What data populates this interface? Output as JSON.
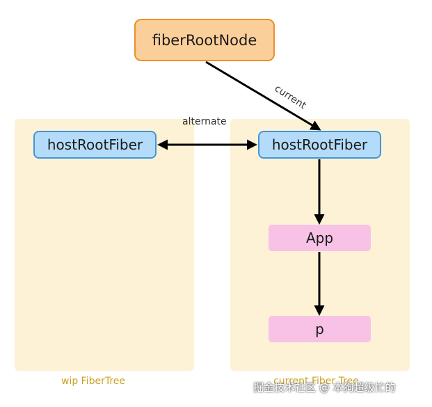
{
  "nodes": {
    "root": "fiberRootNode",
    "wip_host": "hostRootFiber",
    "current_host": "hostRootFiber",
    "app": "App",
    "p": "p"
  },
  "edges": {
    "current": "current",
    "alternate": "alternate"
  },
  "panels": {
    "wip": "wip FiberTree",
    "current": "current Fiber Tree"
  },
  "watermark": "掘金技术社区 @ 本狗超级忙的",
  "colors": {
    "panel_bg": "#fdf2d6",
    "panel_label": "#c9a227",
    "root_fill": "#fbcf9a",
    "root_border": "#e9912d",
    "fiber_fill": "#b4dcfa",
    "fiber_border": "#3f97d6",
    "component_fill": "#f7c2e6",
    "arrow": "#000000"
  }
}
